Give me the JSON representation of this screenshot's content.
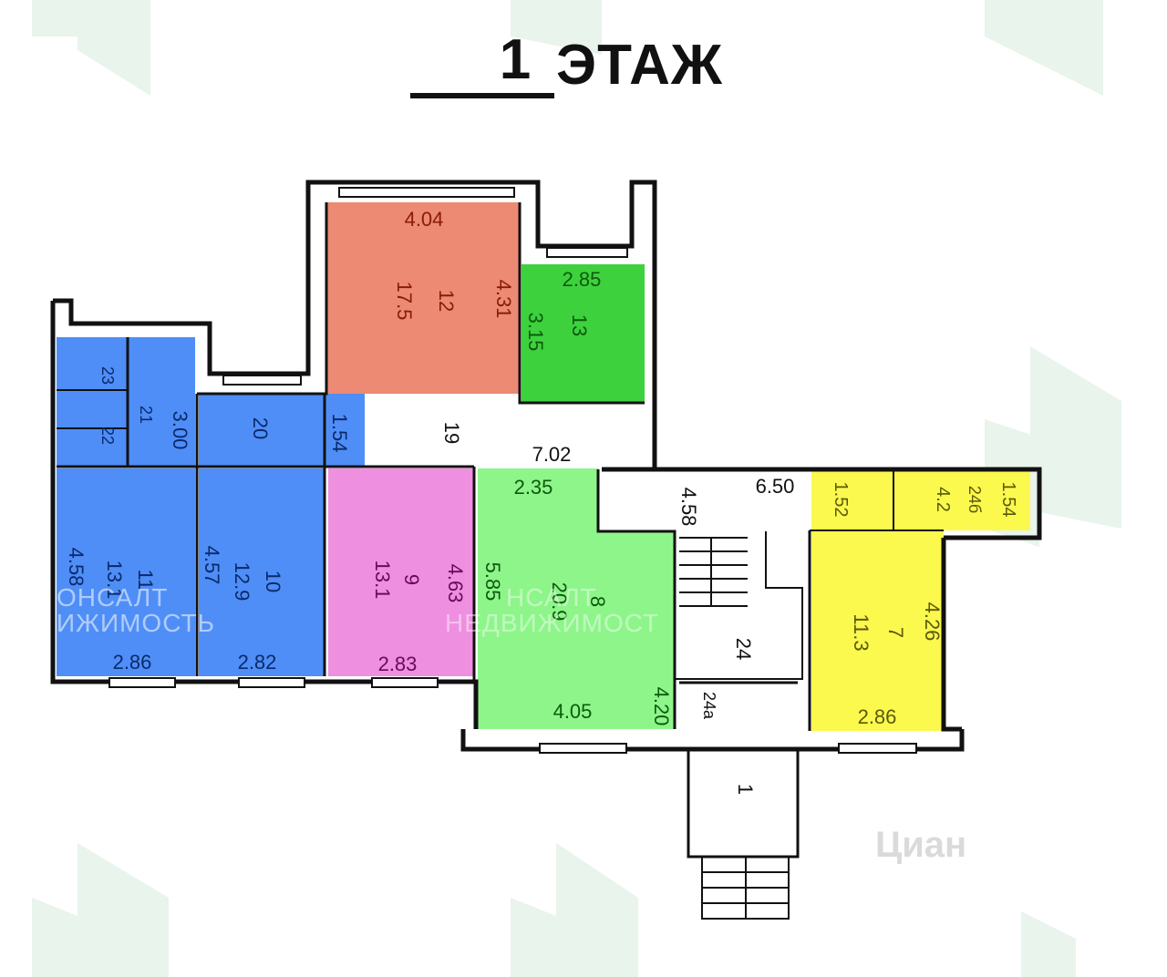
{
  "floor_title": {
    "number": "1",
    "word": "ЭТАЖ"
  },
  "watermarks": {
    "brand_line1": "ОНСАЛТ",
    "brand_line2": "ИЖИМОСТЬ",
    "brand2_line1": "НСАЛТ",
    "brand2_line2": "НЕДВИЖИМОСТ",
    "cian": "Циан"
  },
  "colors": {
    "blue": "#4f8ef7",
    "red": "#ec8a73",
    "green": "#6ee86a",
    "bright_green": "#3ed13e",
    "pink": "#ee8fe0",
    "yellow": "#fbf84e",
    "wall": "#111111"
  },
  "rooms": {
    "r12": {
      "num": "12",
      "area": "17.5",
      "dim_top": "4.04",
      "dim_right": "4.31"
    },
    "r13": {
      "num": "13",
      "dim_top": "2.85",
      "dim_left": "3.15"
    },
    "r19": {
      "num": "19",
      "dim_bottom": "7.02"
    },
    "r20": {
      "num": "20",
      "dim_left": "3.00",
      "dim_right": "1.54"
    },
    "r21": {
      "num": "21"
    },
    "r22": {
      "num": "22"
    },
    "r23": {
      "num": "23"
    },
    "r11": {
      "num": "11",
      "area": "13.1",
      "dim_left": "4.58",
      "dim_bottom": "2.86"
    },
    "r10": {
      "num": "10",
      "area": "12.9",
      "dim_left": "4.57",
      "dim_bottom": "2.82"
    },
    "r9": {
      "num": "9",
      "area": "13.1",
      "dim_right": "4.63",
      "dim_bottom": "2.83"
    },
    "r8": {
      "num": "8",
      "area": "20.9",
      "dim_top": "2.35",
      "dim_left": "5.85",
      "dim_right": "4.20",
      "dim_bottom": "4.05"
    },
    "r7": {
      "num": "7",
      "area": "11.3",
      "dim_right": "4.26",
      "dim_bottom": "2.86"
    },
    "corridor": {
      "dim_top": "6.50",
      "dim_left": "4.58"
    },
    "r24": {
      "num": "24"
    },
    "r24a": {
      "num": "24a"
    },
    "r1": {
      "num": "1"
    },
    "small": {
      "dim_a": "1.52",
      "num": "24б",
      "area": "4.2",
      "dim_b": "1.54"
    }
  }
}
